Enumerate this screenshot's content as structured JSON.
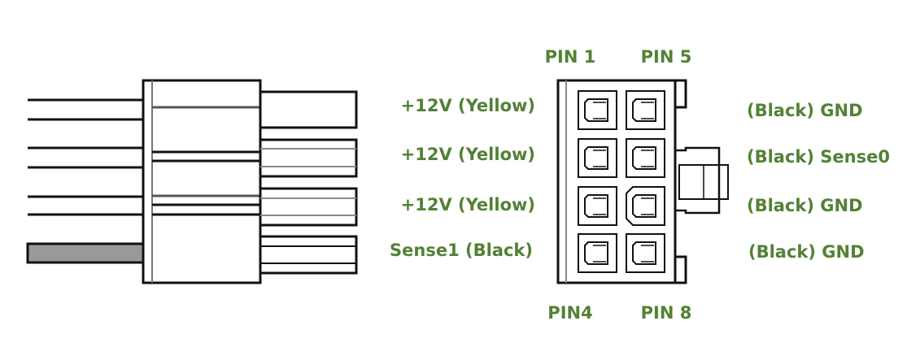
{
  "colors": {
    "label": "#538135",
    "line": "#111111",
    "sense_wire": "#999999"
  },
  "pin_headers": {
    "top_left": "PIN 1",
    "top_right": "PIN 5",
    "bottom_left": "PIN4",
    "bottom_right": "PIN 8"
  },
  "left_labels": [
    "+12V (Yellow)",
    "+12V (Yellow)",
    "+12V (Yellow)",
    "Sense1 (Black)"
  ],
  "right_labels": [
    "(Black) GND",
    "(Black) Sense0",
    "(Black) GND",
    "(Black) GND"
  ]
}
